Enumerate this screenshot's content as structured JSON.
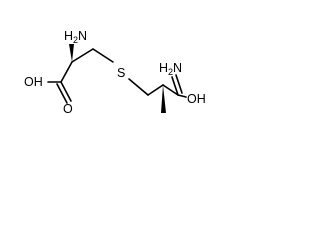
{
  "molecule": {
    "atoms": {
      "amine_n": "N",
      "amine_h": "H",
      "amine_sub": "2",
      "hydroxyl": "OH",
      "carbonyl_o": "O",
      "sulfur": "S",
      "amide_n": "N",
      "amide_h": "H",
      "amide_sub": "2",
      "amide_o": "OH"
    }
  }
}
